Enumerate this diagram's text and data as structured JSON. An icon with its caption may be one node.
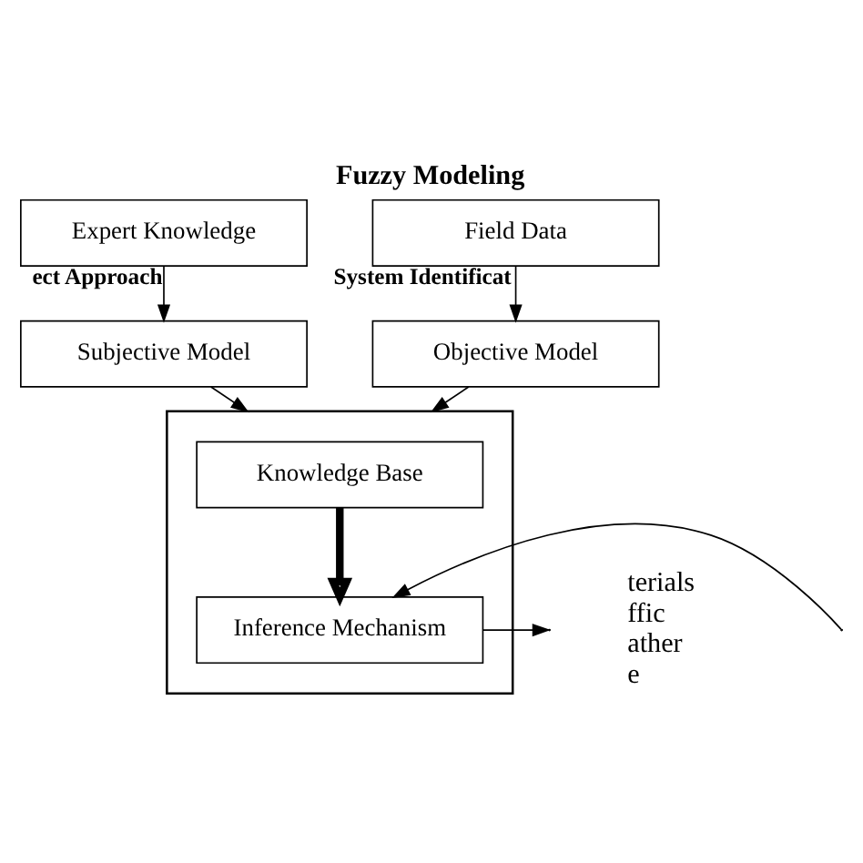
{
  "diagram": {
    "title": "Fuzzy Modeling",
    "nodes": [
      {
        "text": [
          "Expert Knowledge"
        ]
      },
      {
        "text": [
          "Field Data"
        ]
      },
      {
        "text": [
          "Subjective Model"
        ]
      },
      {
        "text": [
          "Objective Model"
        ]
      },
      {
        "text": [],
        "shape": "box"
      },
      {
        "text": [
          "Knowledge Base"
        ],
        "in": 4
      },
      {
        "text": [
          "Inference Mechanism"
        ],
        "in": 4
      }
    ],
    "edges": [
      {
        "from": 0,
        "to": 2,
        "arrow": "to",
        "label": "ect Approach"
      },
      {
        "from": 1,
        "to": 3,
        "arrow": "to",
        "label": "System Identificat"
      },
      {
        "from": 2,
        "to": 4,
        "arrow": "to"
      },
      {
        "from": 3,
        "to": 4,
        "arrow": "to"
      },
      {
        "from": 5,
        "to": 6,
        "arrow": "to",
        "style": "thick"
      },
      {
        "from": null,
        "to": 6,
        "arrow": "to"
      },
      {
        "from": 6,
        "to": null,
        "arrow": "to"
      }
    ],
    "labels": [
      "terials",
      "ffic",
      "ather",
      "e"
    ]
  }
}
